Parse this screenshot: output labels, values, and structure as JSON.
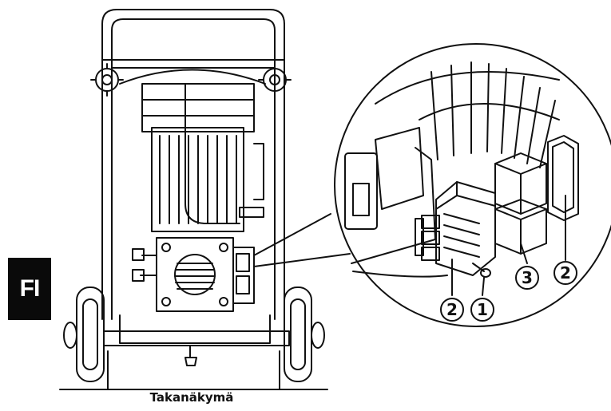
{
  "language_tab": "FI",
  "caption": "Takanäkymä",
  "callouts": [
    "2",
    "1",
    "3",
    "2"
  ]
}
